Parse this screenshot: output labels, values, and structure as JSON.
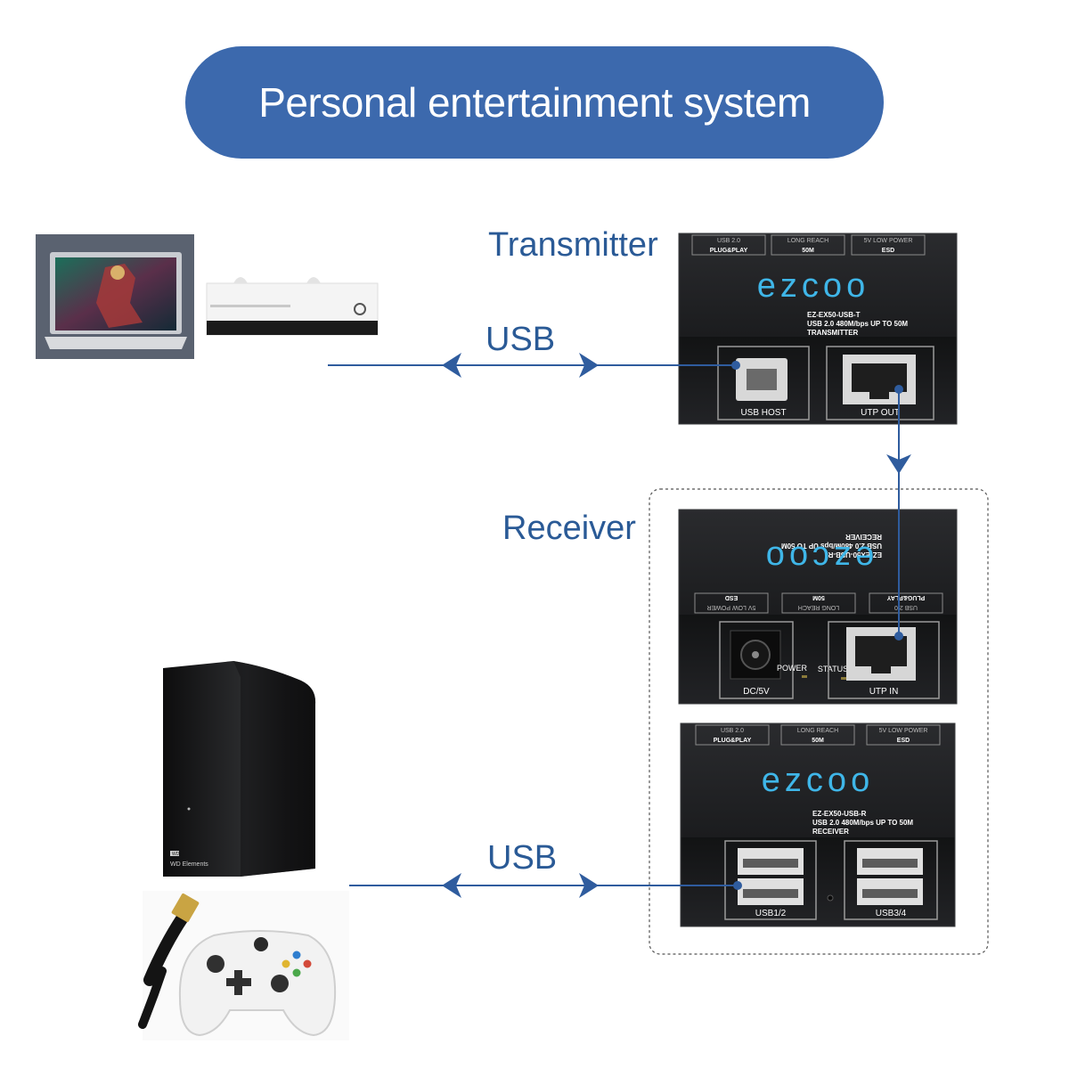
{
  "header": {
    "title": "Personal entertainment system"
  },
  "labels": {
    "transmitter": "Transmitter",
    "receiver": "Receiver",
    "usb_top": "USB",
    "usb_bottom": "USB"
  },
  "transmitter_device": {
    "badges": [
      {
        "top": "USB 2.0",
        "bottom": "PLUG&PLAY"
      },
      {
        "top": "LONG REACH",
        "bottom": "50M"
      },
      {
        "top": "5V LOW POWER",
        "bottom": "ESD"
      }
    ],
    "brand": "ezcoo",
    "model": "EZ-EX50-USB-T",
    "spec": "USB 2.0 480M/bps UP TO 50M",
    "role": "TRANSMITTER",
    "port_left": "USB HOST",
    "port_right": "UTP OUT"
  },
  "receiver_top_device": {
    "badges": [
      {
        "top": "USB 2.0",
        "bottom": "PLUG&PLAY"
      },
      {
        "top": "LONG REACH",
        "bottom": "50M"
      },
      {
        "top": "5V LOW POWER",
        "bottom": "ESD"
      }
    ],
    "brand": "ezcoo",
    "model": "EZ-EX50-USB-R",
    "spec": "USB 2.0 480M/bps UP TO 50M",
    "role": "RECEIVER",
    "power_port": "DC/5V",
    "power_led": "POWER",
    "status_led": "STATUS",
    "port_right": "UTP IN"
  },
  "receiver_bottom_device": {
    "badges": [
      {
        "top": "USB 2.0",
        "bottom": "PLUG&PLAY"
      },
      {
        "top": "LONG REACH",
        "bottom": "50M"
      },
      {
        "top": "5V LOW POWER",
        "bottom": "ESD"
      }
    ],
    "brand": "ezcoo",
    "model": "EZ-EX50-USB-R",
    "spec": "USB 2.0 480M/bps UP TO 50M",
    "role": "RECEIVER",
    "port_left": "USB1/2",
    "port_right": "USB3/4"
  },
  "peripherals": {
    "hdd_brand": "WD",
    "hdd_model": "WD Elements"
  },
  "colors": {
    "banner": "#3c69ad",
    "label_text": "#2a5a96",
    "line": "#2f5c9e",
    "device_body": "#1f2022",
    "brand_blue": "#3fb6e8"
  }
}
